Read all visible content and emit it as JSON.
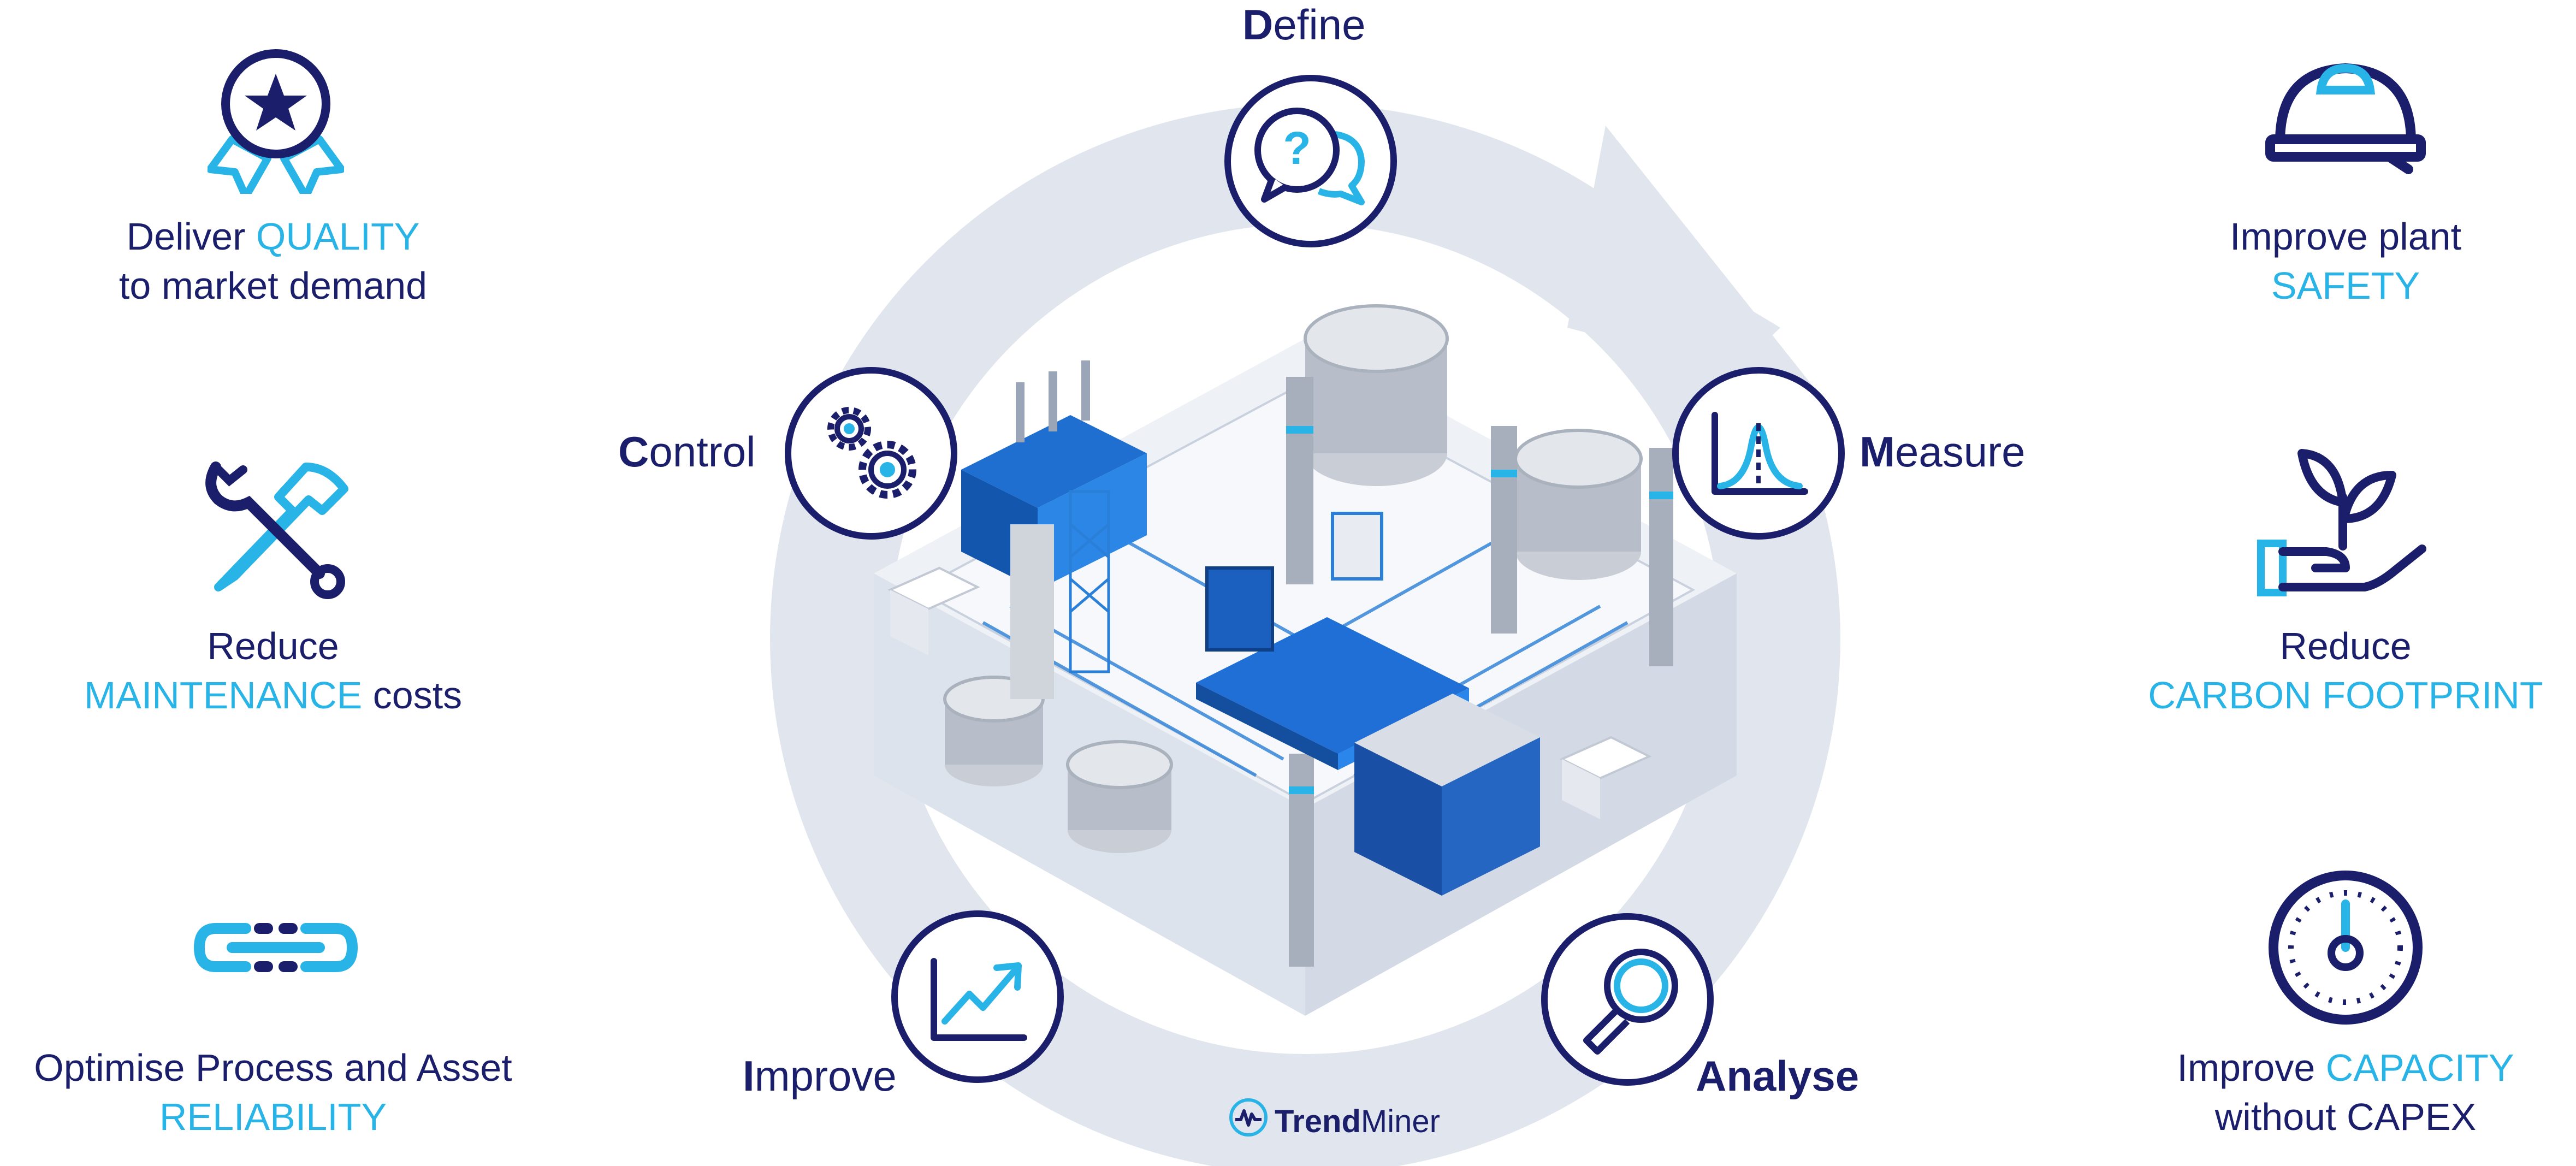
{
  "benefits": {
    "quality": {
      "pre": "Deliver ",
      "hl": "QUALITY",
      "line2": "to market demand",
      "icon": "award-ribbon-icon"
    },
    "maintenance": {
      "line1": "Reduce",
      "hl": "MAINTENANCE",
      "post": " costs",
      "icon": "wrench-hammer-icon"
    },
    "reliability": {
      "line1": "Optimise Process and Asset",
      "hl": "RELIABILITY",
      "icon": "chain-link-icon"
    },
    "safety": {
      "line1": "Improve plant",
      "hl": "SAFETY",
      "icon": "hard-hat-icon"
    },
    "carbon": {
      "line1": "Reduce",
      "hl": "CARBON FOOTPRINT",
      "icon": "plant-in-hand-icon"
    },
    "capacity": {
      "pre": "Improve ",
      "hl": "CAPACITY",
      "line2": "without CAPEX",
      "icon": "gauge-icon"
    }
  },
  "steps": {
    "define": {
      "lead": "D",
      "rest": "efine",
      "icon": "question-bubbles-icon"
    },
    "measure": {
      "lead": "M",
      "rest": "easure",
      "icon": "bell-curve-icon"
    },
    "analyse": {
      "label": "Analyse",
      "icon": "magnifier-icon"
    },
    "improve": {
      "lead": "I",
      "rest": "mprove",
      "icon": "trend-chart-icon"
    },
    "control": {
      "lead": "C",
      "rest": "ontrol",
      "icon": "gears-icon"
    }
  },
  "brand": {
    "part1": "Trend",
    "part2": "Miner"
  },
  "colors": {
    "navy": "#1b1f6b",
    "cyan": "#28b4e6",
    "ring": "#e1e5ee",
    "blue": "#1565c0"
  }
}
